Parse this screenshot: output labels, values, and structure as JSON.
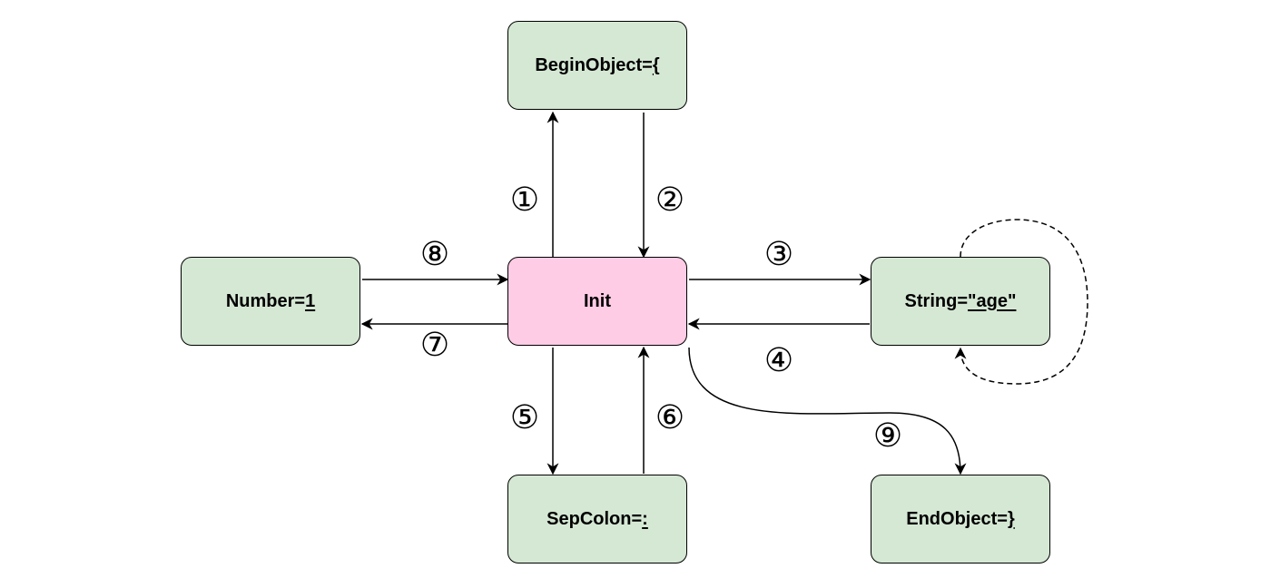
{
  "colors": {
    "node_fill": "#d5e8d4",
    "init_fill": "#ffcce6",
    "stroke": "#000000"
  },
  "nodes": {
    "begin_object": {
      "key": "BeginObject=",
      "value": "{"
    },
    "number": {
      "key": "Number=",
      "value": "1"
    },
    "init": {
      "key": "Init",
      "value": ""
    },
    "string": {
      "key": "String=",
      "value": "\"age\""
    },
    "sep_colon": {
      "key": "SepColon=",
      "value": ":"
    },
    "end_object": {
      "key": "EndObject=",
      "value": "}"
    }
  },
  "edge_labels": {
    "e1": "①",
    "e2": "②",
    "e3": "③",
    "e4": "④",
    "e5": "⑤",
    "e6": "⑥",
    "e7": "⑦",
    "e8": "⑧",
    "e9": "⑨"
  }
}
